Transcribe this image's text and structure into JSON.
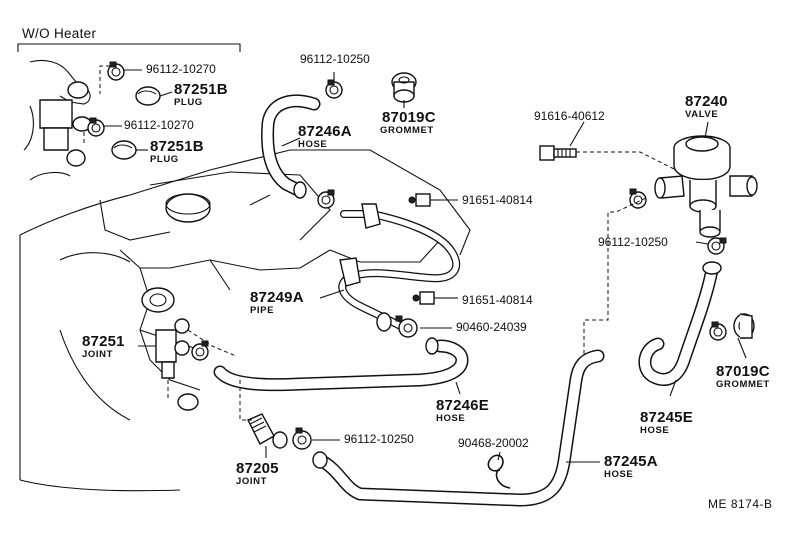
{
  "header": {
    "text": "W/O  Heater"
  },
  "figure_ref": "ME  8174-B",
  "parts": {
    "p96112_10270_a": {
      "number": "96112-10270"
    },
    "p87251B_a": {
      "number": "87251B",
      "name": "PLUG"
    },
    "p96112_10270_b": {
      "number": "96112-10270"
    },
    "p87251B_b": {
      "number": "87251B",
      "name": "PLUG"
    },
    "p96112_10250_top": {
      "number": "96112-10250"
    },
    "p87246A": {
      "number": "87246A",
      "name": "HOSE"
    },
    "p87019C_top": {
      "number": "87019C",
      "name": "GROMMET"
    },
    "p91616_40612": {
      "number": "91616-40612"
    },
    "p87240": {
      "number": "87240",
      "name": "VALVE"
    },
    "p91651_40814_a": {
      "number": "91651-40814"
    },
    "p96112_10250_right": {
      "number": "96112-10250"
    },
    "p87249A": {
      "number": "87249A",
      "name": "PIPE"
    },
    "p91651_40814_b": {
      "number": "91651-40814"
    },
    "p90460_24039": {
      "number": "90460-24039"
    },
    "p87251": {
      "number": "87251",
      "name": "JOINT"
    },
    "p87019C_right": {
      "number": "87019C",
      "name": "GROMMET"
    },
    "p87245E": {
      "number": "87245E",
      "name": "HOSE"
    },
    "p87246E": {
      "number": "87246E",
      "name": "HOSE"
    },
    "p96112_10250_bottom": {
      "number": "96112-10250"
    },
    "p90468_20002": {
      "number": "90468-20002"
    },
    "p87245A": {
      "number": "87245A",
      "name": "HOSE"
    },
    "p87205": {
      "number": "87205",
      "name": "JOINT"
    }
  }
}
